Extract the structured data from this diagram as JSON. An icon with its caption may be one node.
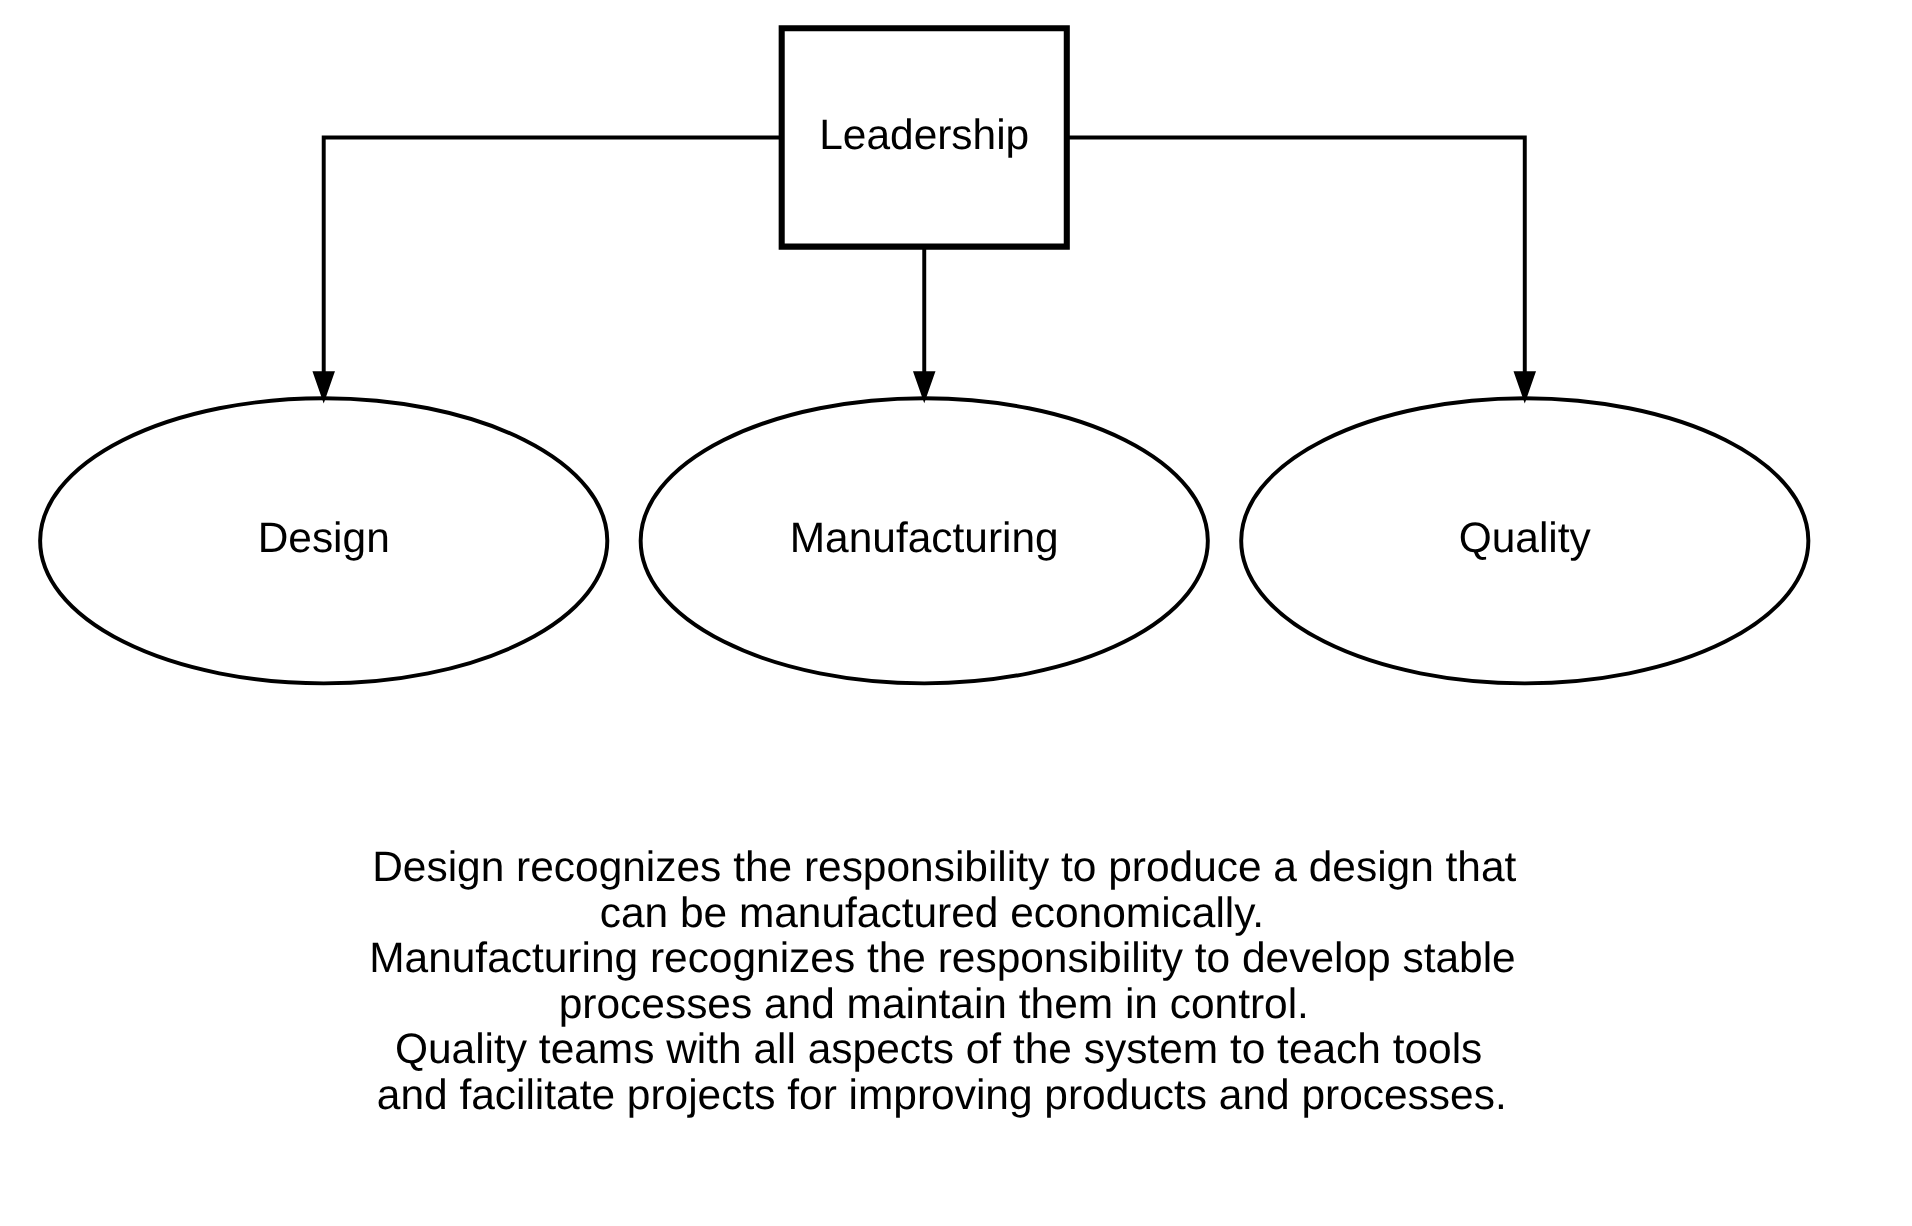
{
  "diagram": {
    "nodes": [
      {
        "text": [
          "Leadership"
        ]
      },
      {
        "text": [
          "Design"
        ]
      },
      {
        "text": [
          "Manufacturing"
        ]
      },
      {
        "text": [
          "Quality"
        ]
      }
    ],
    "edges": [
      {
        "from": 0,
        "to": 1,
        "arrow": "to"
      },
      {
        "from": 0,
        "to": 2,
        "arrow": "to"
      },
      {
        "from": 0,
        "to": 3,
        "arrow": "to"
      }
    ],
    "labels": [
      "Design recognizes the responsibility to produce a design that can be manufactured economically.",
      "Manufacturing recognizes the responsibility to develop stable processes and maintain them in control.",
      "Quality teams with all aspects of the system to teach tools and facilitate projects for improving products and processes."
    ]
  }
}
